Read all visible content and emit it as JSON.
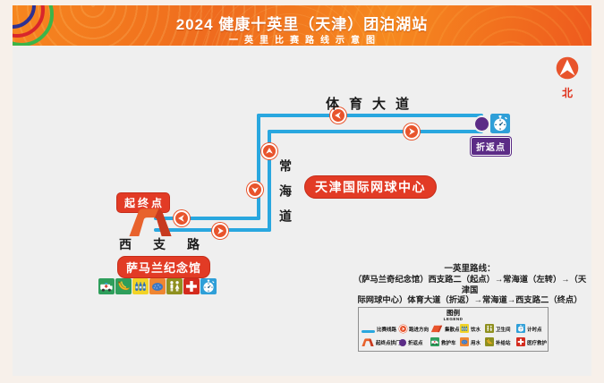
{
  "header": {
    "title": "2024 健康十英里（天津）团泊湖站",
    "subtitle": "一英里比赛路线示意图"
  },
  "compass": {
    "label": "北"
  },
  "map": {
    "roads": {
      "tiyu_dadao": "体育大道",
      "changhai_dao": "常海道",
      "xizhi_lu": "西支路"
    },
    "markers": {
      "start_finish": "起终点",
      "turnaround": "折返点",
      "tennis_center": "天津国际网球中心",
      "memorial": "萨马兰纪念馆"
    },
    "facilities": [
      "ambulance",
      "banana-supply",
      "drinking-water",
      "sponge",
      "toilet",
      "medical",
      "timing"
    ]
  },
  "route_description": {
    "title": "一英里路线：",
    "line1": "（萨马兰奇纪念馆）西支路二（起点）→常海道（左转）→（天津国",
    "line2": "际网球中心）体育大道（折返）→常海道→西支路二（终点）"
  },
  "legend": {
    "title": "图例",
    "subtitle": "LEGEND",
    "items": [
      {
        "icon": "route-line",
        "label": "比赛线路"
      },
      {
        "icon": "direction-arrow",
        "label": "跑进方向"
      },
      {
        "icon": "assembly-flag",
        "label": "集散点"
      },
      {
        "icon": "drinking-water",
        "label": "饮水"
      },
      {
        "icon": "toilet",
        "label": "卫生间"
      },
      {
        "icon": "timing",
        "label": "计时点"
      },
      {
        "icon": "start-arch",
        "label": "起终点拱门"
      },
      {
        "icon": "turnaround-dot",
        "label": "折返点"
      },
      {
        "icon": "ambulance",
        "label": "救护车"
      },
      {
        "icon": "sponge",
        "label": "用水"
      },
      {
        "icon": "banana-supply",
        "label": "补给站"
      },
      {
        "icon": "medical",
        "label": "医疗救护"
      }
    ]
  },
  "colors": {
    "route_blue": "#29A7DF",
    "marker_red": "#E23B25",
    "turnaround_purple": "#5B2B86",
    "header_orange": "#F07B1F",
    "arrow_orange": "#E8542C",
    "tile_green": "#2E9E5B",
    "tile_yellow": "#F2D327",
    "tile_orange": "#EF8632",
    "tile_olive": "#8F901F",
    "tile_red": "#D42B1E",
    "tile_blue": "#2F9FD8"
  }
}
